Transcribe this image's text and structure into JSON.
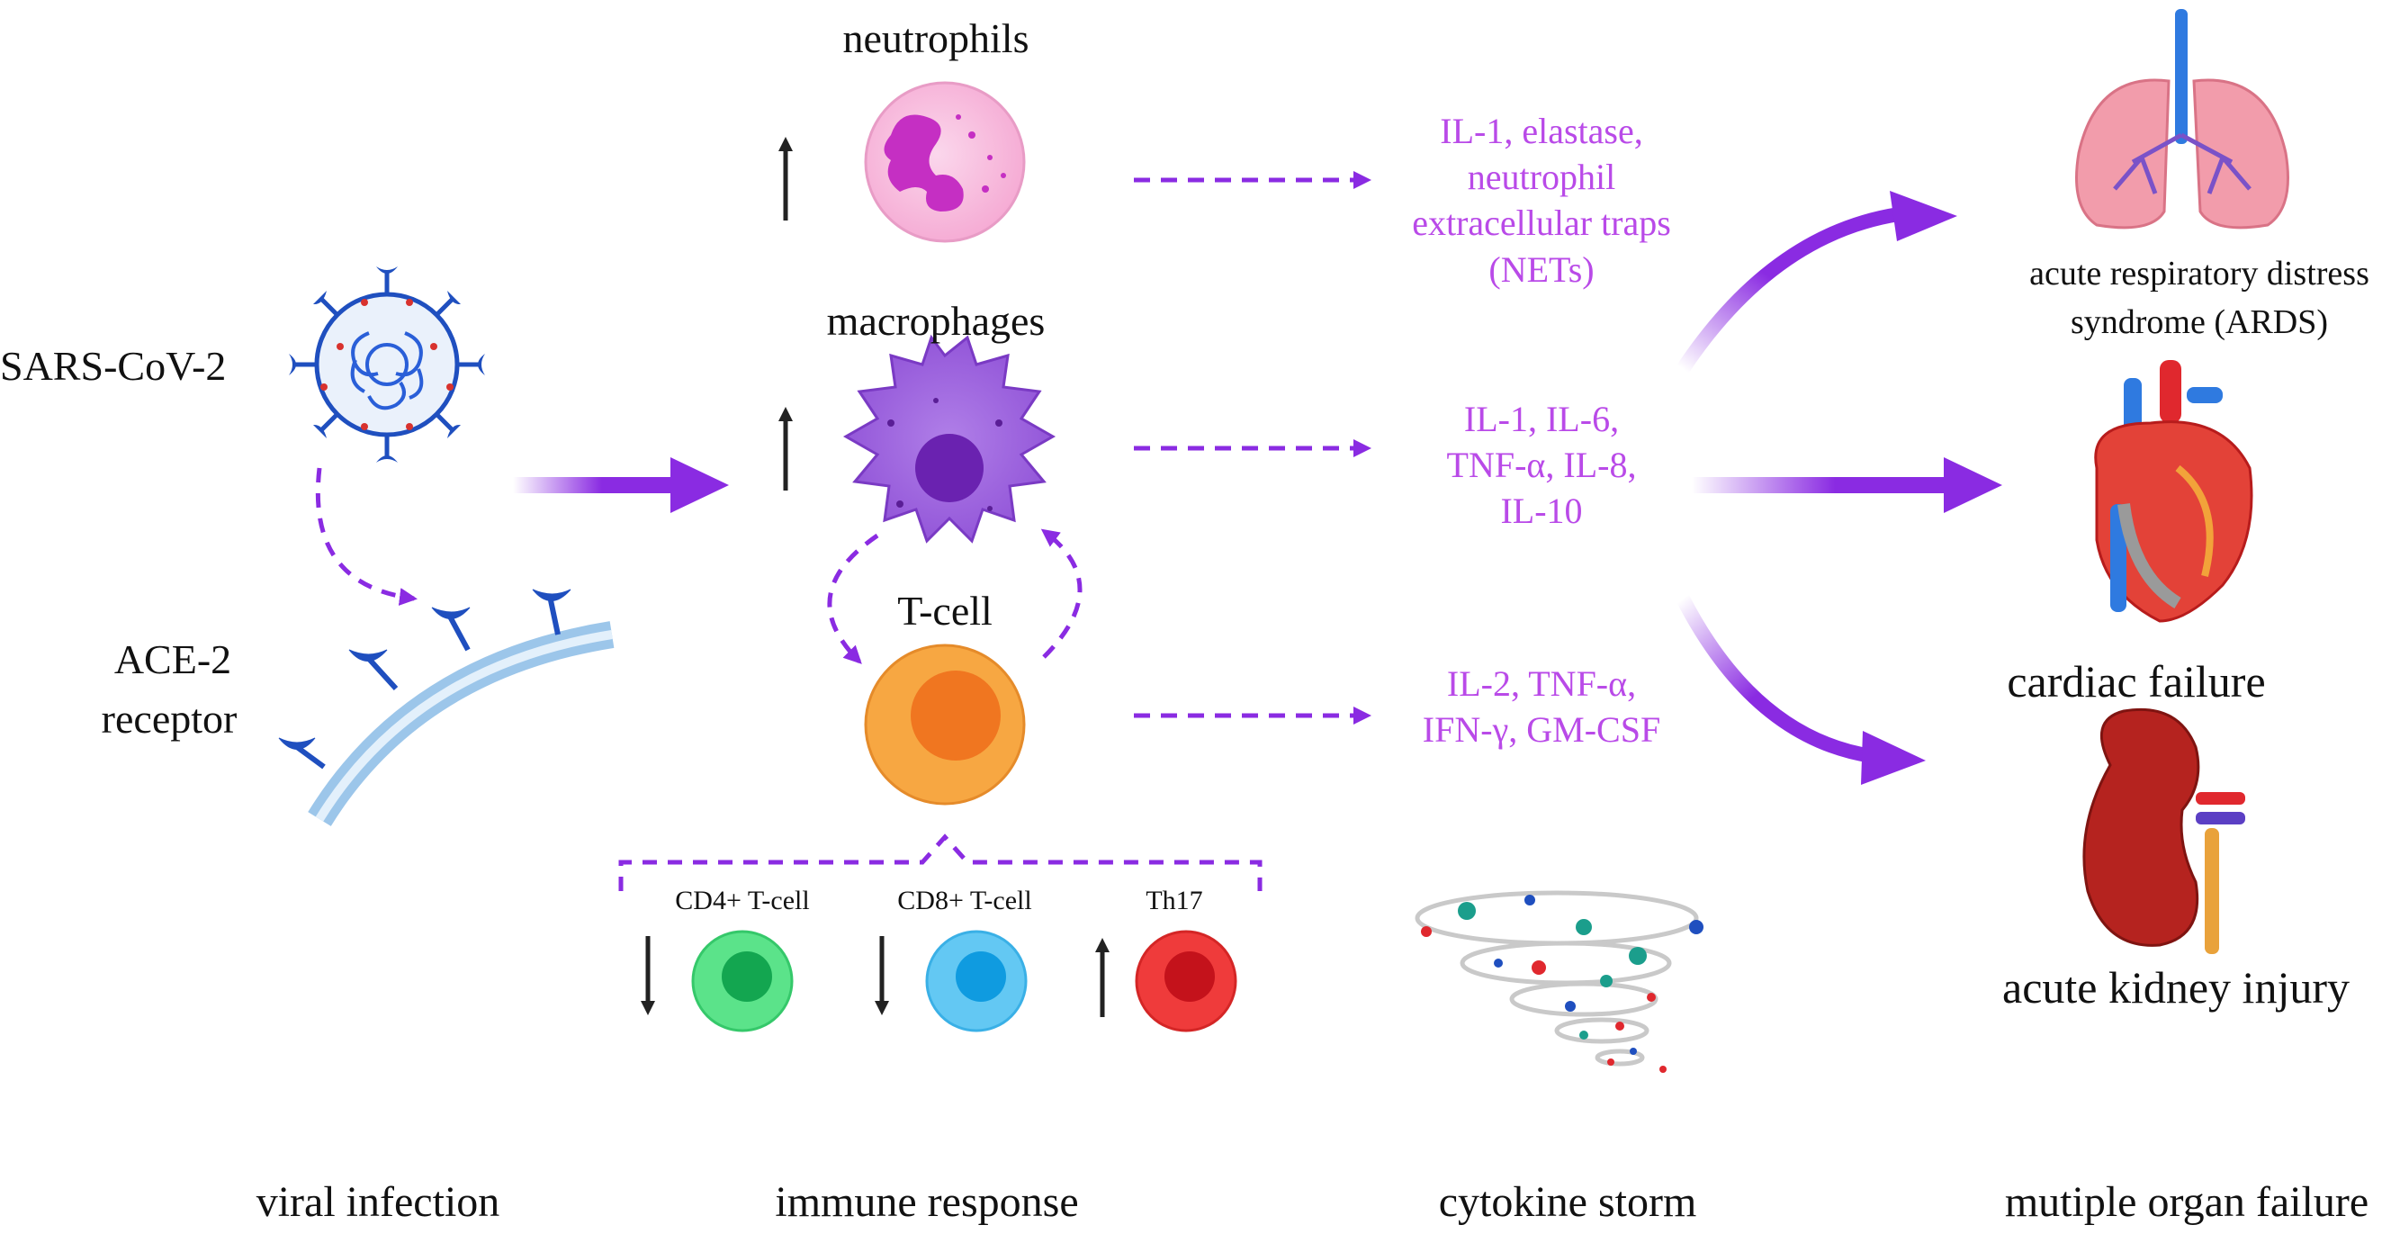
{
  "virus": {
    "label": "SARS-CoV-2"
  },
  "receptor": {
    "label_line1": "ACE-2",
    "label_line2": "receptor"
  },
  "immune_cells": {
    "neutrophils": "neutrophils",
    "macrophages": "macrophages",
    "tcell": "T-cell",
    "subtypes": [
      "CD4+ T-cell",
      "CD8+ T-cell",
      "Th17"
    ]
  },
  "cytokines": {
    "neutrophil_lines": [
      "IL-1, elastase,",
      "neutrophil",
      "extracellular traps",
      "(NETs)"
    ],
    "macrophage_lines": [
      "IL-1, IL-6,",
      "TNF-α, IL-8,",
      "IL-10"
    ],
    "tcell_lines": [
      "IL-2, TNF-α,",
      "IFN-γ, GM-CSF"
    ]
  },
  "organs": {
    "lungs_line1": "acute respiratory distress",
    "lungs_line2": "syndrome (ARDS)",
    "heart": "cardiac failure",
    "kidney": "acute kidney injury"
  },
  "stages": [
    "viral infection",
    "immune response",
    "cytokine storm",
    "mutiple organ failure"
  ],
  "colors": {
    "arrow": "#8a2be2",
    "cytokine_text": "#b94ae8",
    "receptor_blue": "#1f4fbf"
  }
}
